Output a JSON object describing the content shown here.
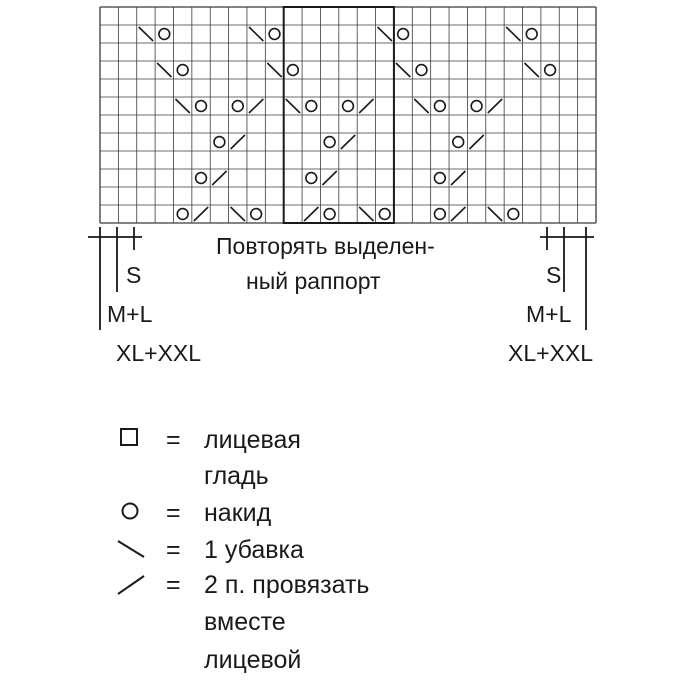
{
  "chart": {
    "columns": 27,
    "rows": 12,
    "repeat_columns": [
      10,
      16
    ],
    "rows_symbols": [
      [],
      [
        [
          2,
          "dec"
        ],
        [
          3,
          "yo"
        ],
        [
          8,
          "dec"
        ],
        [
          9,
          "yo"
        ],
        [
          15,
          "dec"
        ],
        [
          16,
          "yo"
        ],
        [
          22,
          "dec"
        ],
        [
          23,
          "yo"
        ]
      ],
      [],
      [
        [
          3,
          "dec"
        ],
        [
          4,
          "yo"
        ],
        [
          9,
          "dec"
        ],
        [
          10,
          "yo"
        ],
        [
          16,
          "dec"
        ],
        [
          17,
          "yo"
        ],
        [
          23,
          "dec"
        ],
        [
          24,
          "yo"
        ]
      ],
      [],
      [
        [
          4,
          "dec"
        ],
        [
          5,
          "yo"
        ],
        [
          7,
          "yo"
        ],
        [
          8,
          "k2tog"
        ],
        [
          10,
          "dec"
        ],
        [
          11,
          "yo"
        ],
        [
          13,
          "yo"
        ],
        [
          14,
          "k2tog"
        ],
        [
          17,
          "dec"
        ],
        [
          18,
          "yo"
        ],
        [
          20,
          "yo"
        ],
        [
          21,
          "k2tog"
        ]
      ],
      [],
      [
        [
          6,
          "yo"
        ],
        [
          7,
          "k2tog"
        ],
        [
          12,
          "yo"
        ],
        [
          13,
          "k2tog"
        ],
        [
          19,
          "yo"
        ],
        [
          20,
          "k2tog"
        ]
      ],
      [],
      [
        [
          5,
          "yo"
        ],
        [
          6,
          "k2tog"
        ],
        [
          11,
          "yo"
        ],
        [
          12,
          "k2tog"
        ],
        [
          18,
          "yo"
        ],
        [
          19,
          "k2tog"
        ]
      ],
      [],
      [
        [
          4,
          "yo"
        ],
        [
          5,
          "k2tog"
        ],
        [
          7,
          "dec"
        ],
        [
          8,
          "yo"
        ],
        [
          11,
          "k2tog"
        ],
        [
          12,
          "yo"
        ],
        [
          14,
          "dec"
        ],
        [
          15,
          "yo"
        ],
        [
          18,
          "yo"
        ],
        [
          19,
          "k2tog"
        ],
        [
          21,
          "dec"
        ],
        [
          22,
          "yo"
        ]
      ]
    ]
  },
  "sizes": {
    "S": "S",
    "ML": "M+L",
    "XLXXL": "XL+XXL"
  },
  "repeat_note": {
    "line1": "Повторять выделен-",
    "line2": "ный раппорт"
  },
  "legend": [
    {
      "symbol": "square-icon",
      "eq": "=",
      "line1": "лицевая",
      "line2": "гладь"
    },
    {
      "symbol": "circle-icon",
      "eq": "=",
      "line1": "накид",
      "line2": ""
    },
    {
      "symbol": "backslash-icon",
      "eq": "=",
      "line1": "1 убавка",
      "line2": ""
    },
    {
      "symbol": "slash-icon",
      "eq": "=",
      "line1": "2 п. провязать",
      "line2": "вместе",
      "line3": "лицевой"
    }
  ]
}
